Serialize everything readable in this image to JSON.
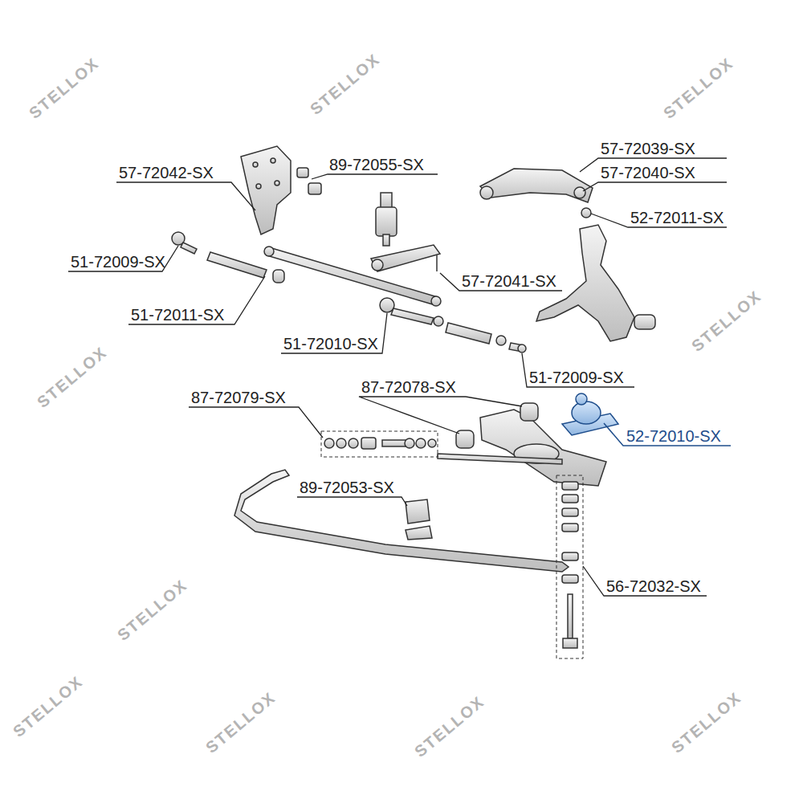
{
  "diagram": {
    "labels": [
      "57-72039-SX",
      "57-72042-SX",
      "89-72055-SX",
      "57-72040-SX",
      "52-72011-SX",
      "51-72009-SX",
      "57-72041-SX",
      "51-72011-SX",
      "51-72010-SX",
      "51-72009-SX",
      "87-72078-SX",
      "87-72079-SX",
      "52-72010-SX",
      "89-72053-SX",
      "56-72032-SX",
      "STELLOX",
      "STELLOX",
      "STELLOX",
      "STELLOX",
      "STELLOX",
      "STELLOX",
      "STELLOX",
      "STELLOX",
      "STELLOX",
      "STELLOX"
    ]
  }
}
